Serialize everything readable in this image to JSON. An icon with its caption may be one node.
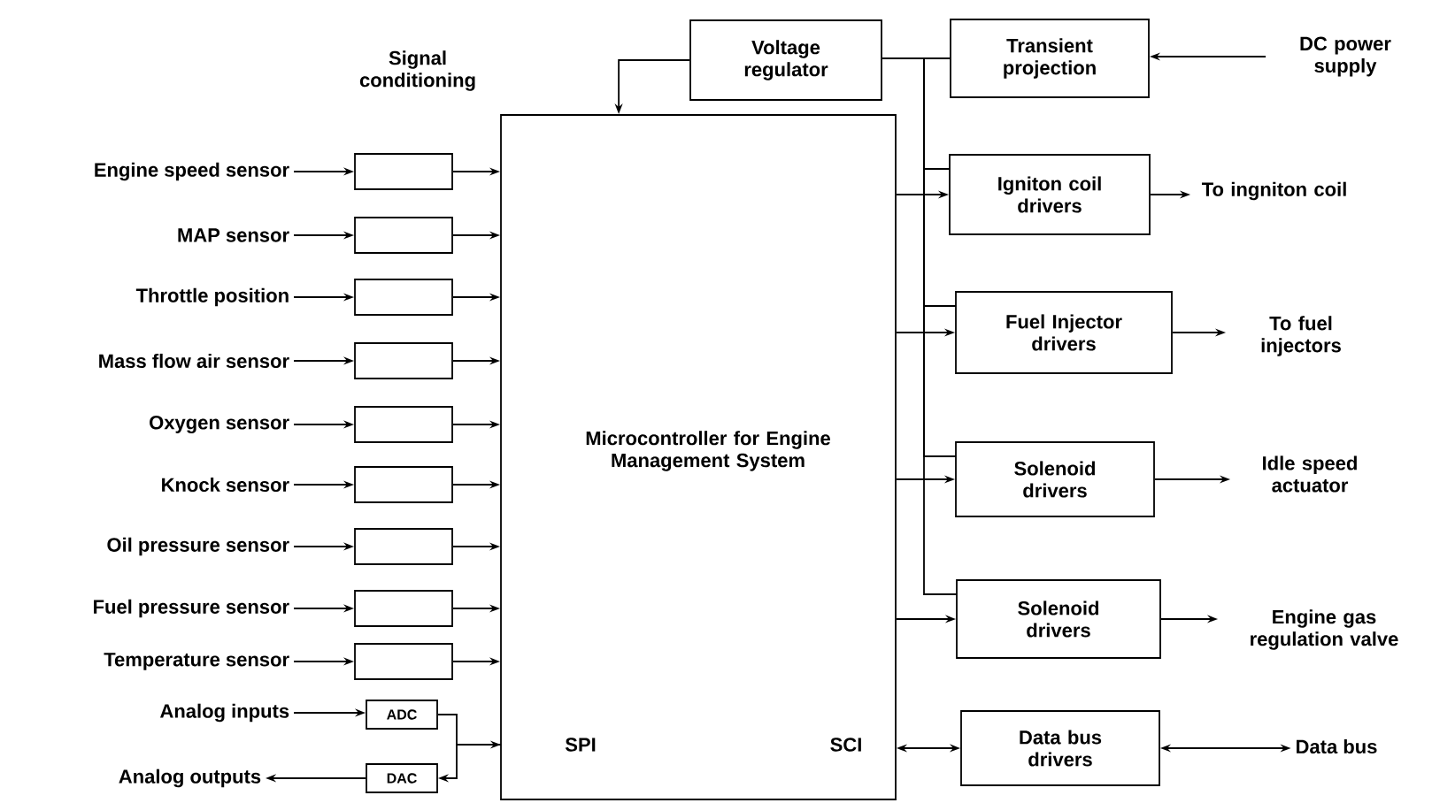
{
  "diagram": {
    "nodes": [
      {
        "text": [
          "Voltage regulator"
        ]
      },
      {
        "text": [
          "Transient projection"
        ]
      },
      {
        "text": [
          "DC power supply"
        ]
      },
      {
        "text": [
          "Microcontroller for Engine Management System",
          "SPI",
          "SCI"
        ]
      },
      {
        "text": [
          "Engine speed sensor"
        ]
      },
      {
        "text": [],
        "shape": "box"
      },
      {
        "text": [
          "MAP sensor"
        ]
      },
      {
        "text": [],
        "shape": "box"
      },
      {
        "text": [
          "Throttle position"
        ]
      },
      {
        "text": [],
        "shape": "box"
      },
      {
        "text": [
          "Mass flow air sensor"
        ]
      },
      {
        "text": [],
        "shape": "box"
      },
      {
        "text": [
          "Oxygen sensor"
        ]
      },
      {
        "text": [],
        "shape": "box"
      },
      {
        "text": [
          "Knock sensor"
        ]
      },
      {
        "text": [],
        "shape": "box"
      },
      {
        "text": [
          "Oil pressure sensor"
        ]
      },
      {
        "text": [],
        "shape": "box"
      },
      {
        "text": [
          "Fuel pressure sensor"
        ]
      },
      {
        "text": [],
        "shape": "box"
      },
      {
        "text": [
          "Temperature sensor"
        ]
      },
      {
        "text": [],
        "shape": "box"
      },
      {
        "text": [
          "Analog inputs"
        ]
      },
      {
        "text": [
          "ADC"
        ]
      },
      {
        "text": [
          "Analog outputs"
        ]
      },
      {
        "text": [
          "DAC"
        ]
      },
      {
        "text": [
          "Igniton coil drivers"
        ]
      },
      {
        "text": [
          "To ingniton coil"
        ]
      },
      {
        "text": [
          "Fuel Injector drivers"
        ]
      },
      {
        "text": [
          "To fuel injectors"
        ]
      },
      {
        "text": [
          "Solenoid drivers"
        ]
      },
      {
        "text": [
          "Idle speed actuator"
        ]
      },
      {
        "text": [
          "Solenoid drivers"
        ]
      },
      {
        "text": [
          "Engine gas regulation valve"
        ]
      },
      {
        "text": [
          "Data bus drivers"
        ]
      },
      {
        "text": [
          "Data bus"
        ]
      }
    ],
    "edges": [
      {
        "from": 0,
        "to": 3,
        "arrow": "to"
      },
      {
        "from": 2,
        "to": 1,
        "arrow": "to"
      },
      {
        "from": 1,
        "to": 0,
        "arrow": "none"
      },
      {
        "from": 1,
        "to": 26,
        "arrow": "none"
      },
      {
        "from": 1,
        "to": 28,
        "arrow": "none"
      },
      {
        "from": 1,
        "to": 30,
        "arrow": "none"
      },
      {
        "from": 1,
        "to": 32,
        "arrow": "none"
      },
      {
        "from": 3,
        "to": 26,
        "arrow": "to"
      },
      {
        "from": 3,
        "to": 28,
        "arrow": "to"
      },
      {
        "from": 3,
        "to": 30,
        "arrow": "to"
      },
      {
        "from": 3,
        "to": 32,
        "arrow": "to"
      },
      {
        "from": 3,
        "to": 34,
        "arrow": "both"
      },
      {
        "from": 34,
        "to": 35,
        "arrow": "both"
      },
      {
        "from": 26,
        "to": 27,
        "arrow": "to"
      },
      {
        "from": 28,
        "to": 29,
        "arrow": "to"
      },
      {
        "from": 30,
        "to": 31,
        "arrow": "to"
      },
      {
        "from": 32,
        "to": 33,
        "arrow": "to"
      },
      {
        "from": 4,
        "to": 5,
        "arrow": "to"
      },
      {
        "from": 5,
        "to": 3,
        "arrow": "to"
      },
      {
        "from": 6,
        "to": 7,
        "arrow": "to"
      },
      {
        "from": 7,
        "to": 3,
        "arrow": "to"
      },
      {
        "from": 8,
        "to": 9,
        "arrow": "to"
      },
      {
        "from": 9,
        "to": 3,
        "arrow": "to"
      },
      {
        "from": 10,
        "to": 11,
        "arrow": "to"
      },
      {
        "from": 11,
        "to": 3,
        "arrow": "to"
      },
      {
        "from": 12,
        "to": 13,
        "arrow": "to"
      },
      {
        "from": 13,
        "to": 3,
        "arrow": "to"
      },
      {
        "from": 14,
        "to": 15,
        "arrow": "to"
      },
      {
        "from": 15,
        "to": 3,
        "arrow": "to"
      },
      {
        "from": 16,
        "to": 17,
        "arrow": "to"
      },
      {
        "from": 17,
        "to": 3,
        "arrow": "to"
      },
      {
        "from": 18,
        "to": 19,
        "arrow": "to"
      },
      {
        "from": 19,
        "to": 3,
        "arrow": "to"
      },
      {
        "from": 20,
        "to": 21,
        "arrow": "to"
      },
      {
        "from": 21,
        "to": 3,
        "arrow": "to"
      },
      {
        "from": 22,
        "to": 23,
        "arrow": "to"
      },
      {
        "from": 25,
        "to": 24,
        "arrow": "to"
      },
      {
        "from": 23,
        "to": 3,
        "arrow": "to"
      },
      {
        "from": 3,
        "to": 25,
        "arrow": "to"
      }
    ],
    "labels": [
      "Signal conditioning"
    ]
  }
}
